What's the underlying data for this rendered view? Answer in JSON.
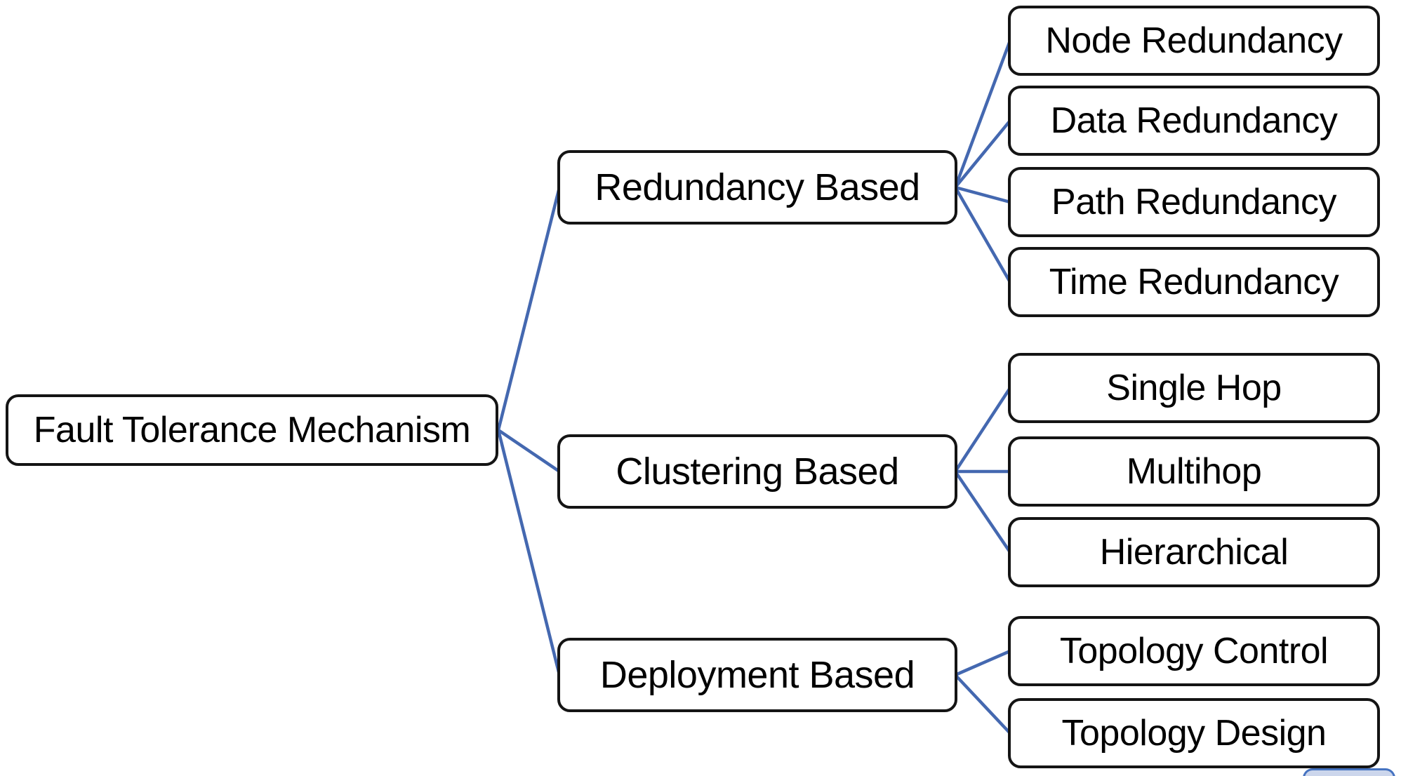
{
  "diagram": {
    "type": "tree",
    "root": {
      "label": "Fault Tolerance Mechanism"
    },
    "categories": [
      {
        "label": "Redundancy Based",
        "children": [
          {
            "label": "Node Redundancy"
          },
          {
            "label": "Data Redundancy"
          },
          {
            "label": "Path Redundancy"
          },
          {
            "label": "Time Redundancy"
          }
        ]
      },
      {
        "label": "Clustering Based",
        "children": [
          {
            "label": "Single Hop"
          },
          {
            "label": "Multihop"
          },
          {
            "label": "Hierarchical"
          }
        ]
      },
      {
        "label": "Deployment Based",
        "children": [
          {
            "label": "Topology Control"
          },
          {
            "label": "Topology Design"
          }
        ]
      }
    ],
    "colors": {
      "connector": "#4468b0",
      "box_border": "#141414",
      "box_fill": "#ffffff",
      "text": "#000000",
      "background": "#ffffff",
      "cropped_shape_fill": "#ccd6ec",
      "cropped_shape_border": "#4673c1"
    }
  }
}
